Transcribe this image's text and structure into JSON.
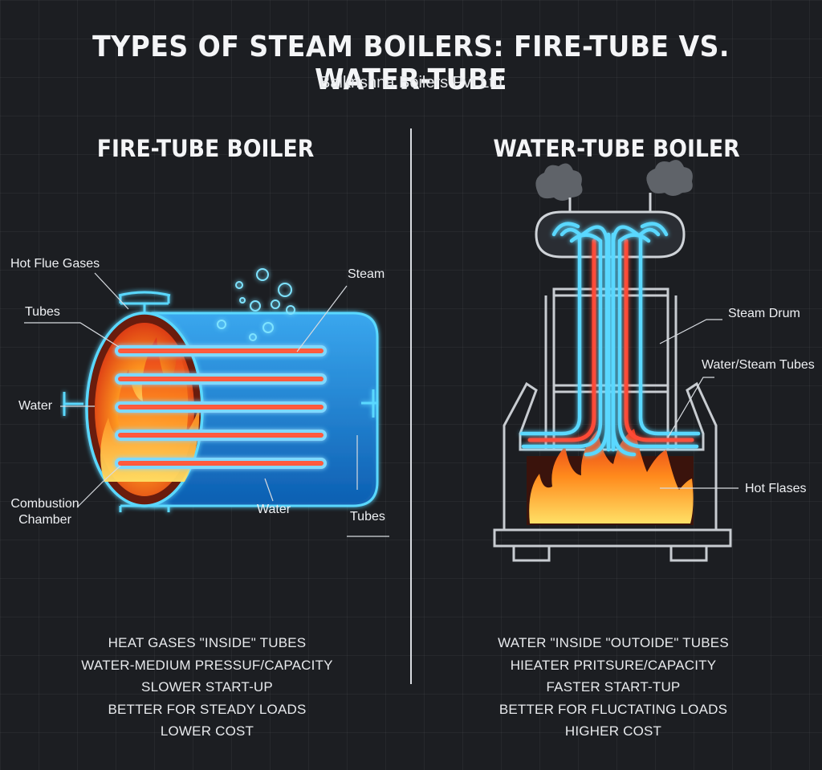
{
  "header": {
    "title": "TYPES OF STEAM BOILERS: FIRE-TUBE VS. WATER-TUBE",
    "subtitle": "Balkrishna Boilers Pvt Ltd"
  },
  "fire_tube": {
    "title": "FIRE-TUBE BOILER",
    "labels": {
      "hot_flue_gases": "Hot Flue Gases",
      "tubes_left": "Tubes",
      "water_left": "Water",
      "combustion_chamber": "Combustion Chamber",
      "steam": "Steam",
      "water_bottom": "Water",
      "tubes_right": "Tubes"
    },
    "features": [
      "HEAT GASES \"INSIDE\" TUBES",
      "WATER-MEDIUM PRESSUF/CAPACITY",
      "SLOWER START-UP",
      "BETTER FOR STEADY LOADS",
      "LOWER COST"
    ]
  },
  "water_tube": {
    "title": "WATER-TUBE BOILER",
    "labels": {
      "steam_drum": "Steam Drum",
      "water_steam_tubes": "Water/Steam Tubes",
      "hot_flases": "Hot Flases"
    },
    "features": [
      "WATER \"INSIDE \"OUTOIDE\" TUBES",
      "HIEATER PRITSURE/CAPACITY",
      "FASTER START-TUP",
      "BETTER FOR FLUCTATING LOADS",
      "HIGHER COST"
    ]
  },
  "colors": {
    "background": "#1c1e22",
    "neon_blue": "#5ad8ff",
    "water_blue": "#1e8fe0",
    "flame_orange": "#ff7a18",
    "flame_red": "#e8341c",
    "tube_red": "#ff5a3c"
  }
}
